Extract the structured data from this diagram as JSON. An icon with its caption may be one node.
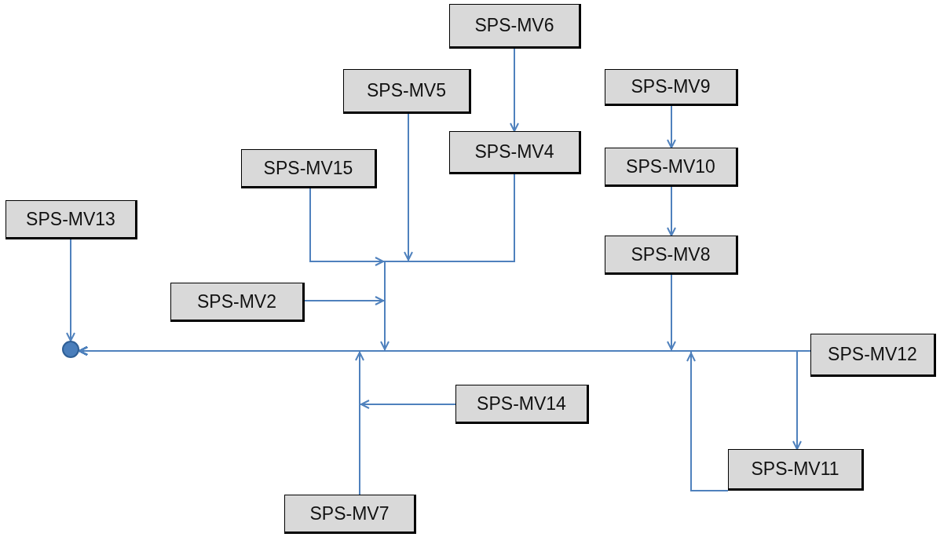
{
  "diagram": {
    "nodes": [
      {
        "text": [
          "SPS-MV6"
        ]
      },
      {
        "text": [
          "SPS-MV5"
        ]
      },
      {
        "text": [
          "SPS-MV9"
        ]
      },
      {
        "text": [
          "SPS-MV4"
        ]
      },
      {
        "text": [
          "SPS-MV15"
        ]
      },
      {
        "text": [
          "SPS-MV10"
        ]
      },
      {
        "text": [
          "SPS-MV13"
        ]
      },
      {
        "text": [
          "SPS-MV8"
        ]
      },
      {
        "text": [
          "SPS-MV2"
        ]
      },
      {
        "text": [],
        "shape": "circle"
      },
      {
        "text": [
          "SPS-MV12"
        ]
      },
      {
        "text": [
          "SPS-MV14"
        ]
      },
      {
        "text": [
          "SPS-MV11"
        ]
      },
      {
        "text": [
          "SPS-MV7"
        ]
      }
    ],
    "edges": [
      {
        "from": 0,
        "to": 3,
        "arrow": "to"
      },
      {
        "from": 2,
        "to": 5,
        "arrow": "to"
      },
      {
        "from": 5,
        "to": 7,
        "arrow": "to"
      },
      {
        "from": 6,
        "to": 9,
        "arrow": "to"
      },
      {
        "from": 4,
        "to": 9,
        "arrow": "to"
      },
      {
        "from": 1,
        "to": 9,
        "arrow": "to"
      },
      {
        "from": 3,
        "to": 9,
        "arrow": "to"
      },
      {
        "from": 8,
        "to": 9,
        "arrow": "to"
      },
      {
        "from": 7,
        "to": 9,
        "arrow": "to"
      },
      {
        "from": 10,
        "to": 9,
        "arrow": "to"
      },
      {
        "from": 10,
        "to": 12,
        "arrow": "to"
      },
      {
        "from": 12,
        "to": 9,
        "arrow": "to"
      },
      {
        "from": 13,
        "to": 9,
        "arrow": "to"
      },
      {
        "from": 11,
        "to": 9,
        "arrow": "to"
      }
    ]
  }
}
